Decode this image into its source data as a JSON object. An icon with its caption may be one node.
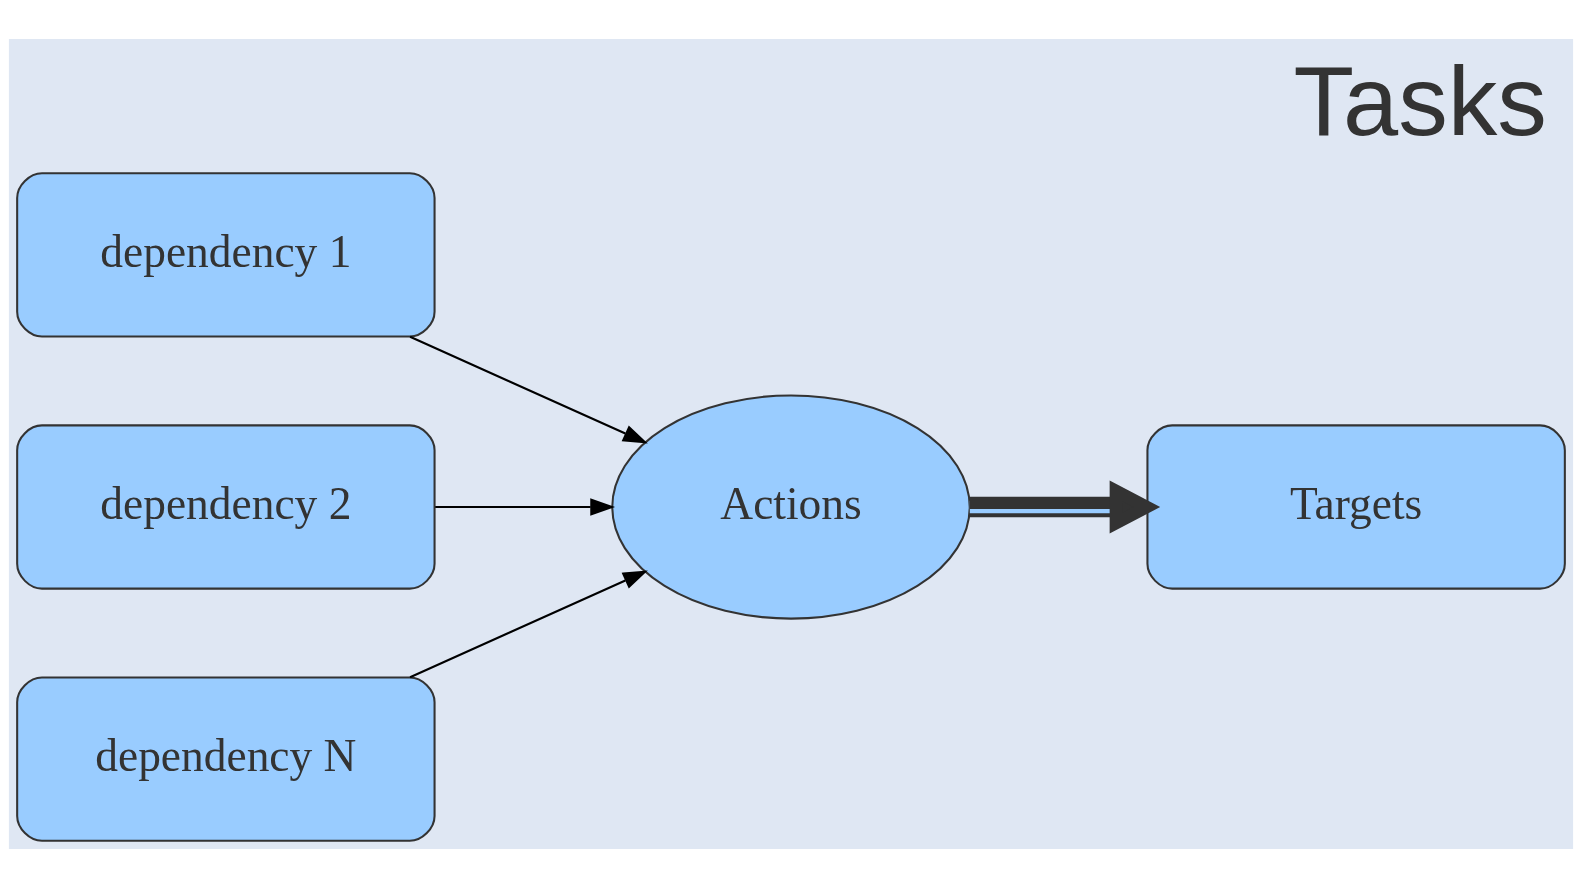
{
  "diagram": {
    "title": "Tasks",
    "nodes": [
      {
        "text": [
          "dependency 1"
        ]
      },
      {
        "text": [
          "dependency 2"
        ]
      },
      {
        "text": [
          "dependency N"
        ]
      },
      {
        "text": [
          "Actions"
        ]
      },
      {
        "text": [
          "Targets"
        ]
      }
    ],
    "edges": [
      {
        "from": 0,
        "to": 3,
        "arrow": "to"
      },
      {
        "from": 1,
        "to": 3,
        "arrow": "to"
      },
      {
        "from": 2,
        "to": 3,
        "arrow": "to"
      },
      {
        "from": 3,
        "to": 4,
        "arrow": "to",
        "style": "thick"
      }
    ]
  }
}
